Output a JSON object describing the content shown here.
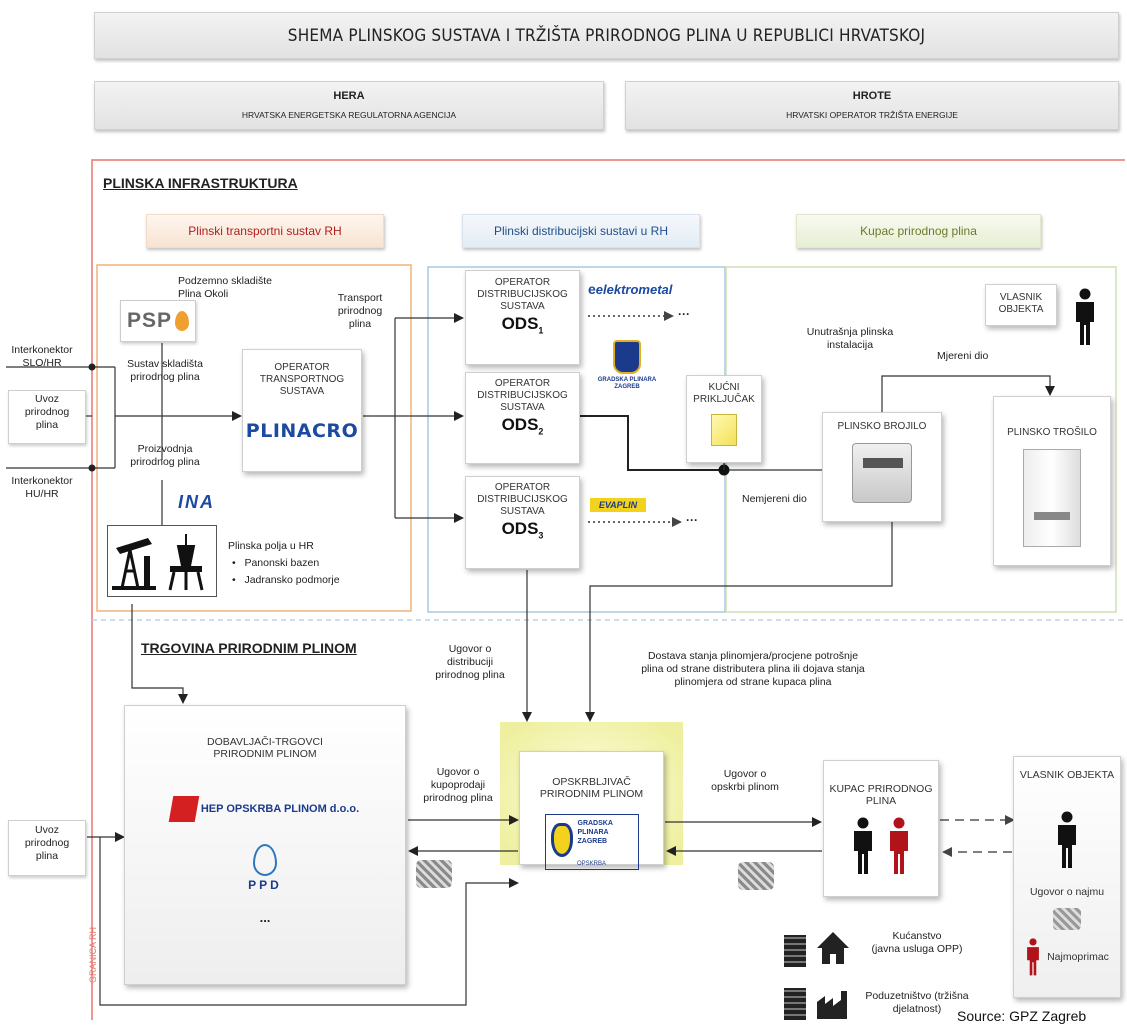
{
  "title": "SHEMA PLINSKOG SUSTAVA I TRŽIŠTA PRIRODNOG PLINA U REPUBLICI HRVATSKOJ",
  "hera": {
    "name": "HERA",
    "full": "HRVATSKA ENERGETSKA REGULATORNA AGENCIJA"
  },
  "hrote": {
    "name": "HROTE",
    "full": "HRVATSKI OPERATOR TRŽIŠTA ENERGIJE"
  },
  "infra_title": "PLINSKA INFRASTRUKTURA",
  "trade_title": "TRGOVINA PRIRODNIM PLINOM",
  "border_label": "GRANICA RH",
  "columns": {
    "transport": "Plinski transportni sustav RH",
    "distribution": "Plinski distribucijski sustavi u RH",
    "customer": "Kupac prirodnog plina"
  },
  "left": {
    "interkonektor_slo": [
      "Interkonektor",
      "SLO/HR"
    ],
    "uvoz_top": [
      "Uvoz",
      "prirodnog",
      "plina"
    ],
    "interkonektor_hu": [
      "Interkonektor",
      "HU/HR"
    ],
    "uvoz_bottom": [
      "Uvoz",
      "prirodnog",
      "plina"
    ]
  },
  "transport": {
    "storage_label": [
      "Podzemno skladište",
      "Plina Okoli"
    ],
    "storage_system": [
      "Sustav skladišta",
      "prirodnog plina"
    ],
    "production": [
      "Proizvodnja",
      "prirodnog plina"
    ],
    "fields_title": "Plinska polja u HR",
    "fields": [
      "Panonski bazen",
      "Jadransko podmorje"
    ],
    "transport_label": [
      "Transport",
      "prirodnog",
      "plina"
    ],
    "operator": [
      "OPERATOR",
      "TRANSPORTNOG",
      "SUSTAVA"
    ],
    "psp_logo": "PSP",
    "plinacro_logo": "PLINACRO",
    "ina_logo": "INA"
  },
  "distribution": {
    "operator_lines": [
      "OPERATOR",
      "DISTRIBUCIJSKOG",
      "SUSTAVA"
    ],
    "ods": [
      {
        "name": "ODS",
        "sub": "1",
        "logo": "elektrometal"
      },
      {
        "name": "ODS",
        "sub": "2",
        "logo": "GRADSKA PLINARA ZAGREB"
      },
      {
        "name": "ODS",
        "sub": "3",
        "logo": "EVAPLIN"
      }
    ],
    "dots": "......",
    "dots3": "···"
  },
  "customer": {
    "vlasnik": [
      "VLASNIK",
      "OBJEKTA"
    ],
    "internal": [
      "Unutrašnja plinska",
      "instalacija"
    ],
    "metered": "Mjereni dio",
    "unmetered": "Nemjereni dio",
    "connection": [
      "KUĆNI",
      "PRIKLJUČAK"
    ],
    "meter": "PLINSKO BROJILO",
    "appliance": "PLINSKO TROŠILO"
  },
  "trade": {
    "suppliers_title": [
      "DOBAVLJAČI-TRGOVCI",
      "PRIRODNIM PLINOM"
    ],
    "hep_logo": "HEP OPSKRBA PLINOM d.o.o.",
    "ppd_logo": "PPD",
    "ellipsis": "...",
    "contract_distribution": [
      "Ugovor o",
      "distribuciji",
      "prirodnog plina"
    ],
    "meter_reading": [
      "Dostava stanja plinomjera/procjene potrošnje",
      "plina od strane distributera plina ili dojava stanja",
      "plinomjera od strane kupaca plina"
    ],
    "contract_purchase": [
      "Ugovor o",
      "kupoprodaji",
      "prirodnog plina"
    ],
    "supplier": [
      "OPSKRBLJIVAČ",
      "PRIRODNIM PLINOM"
    ],
    "gpz_logo": [
      "GRADSKA",
      "PLINARA",
      "ZAGREB",
      "OPSKRBA"
    ],
    "contract_supply": [
      "Ugovor o",
      "opskrbi plinom"
    ],
    "customer_box": [
      "KUPAC PRIRODNOG",
      "PLINA"
    ],
    "owner_box": "VLASNIK OBJEKTA",
    "lease": "Ugovor o najmu",
    "tenant": "Najmoprimac",
    "household": [
      "Kućanstvo",
      "(javna usluga OPP)"
    ],
    "business": [
      "Poduzetništvo (tržišna",
      "djelatnost)"
    ]
  },
  "source": "Source: GPZ Zagreb",
  "colors": {
    "red_line": "#e8776e",
    "orange_box": "#f0b27a",
    "blue_box": "#a9c8e0",
    "green_box": "#cfe0b6",
    "red_person": "#b0141a",
    "yellow_glow": "#f6f4b0"
  }
}
